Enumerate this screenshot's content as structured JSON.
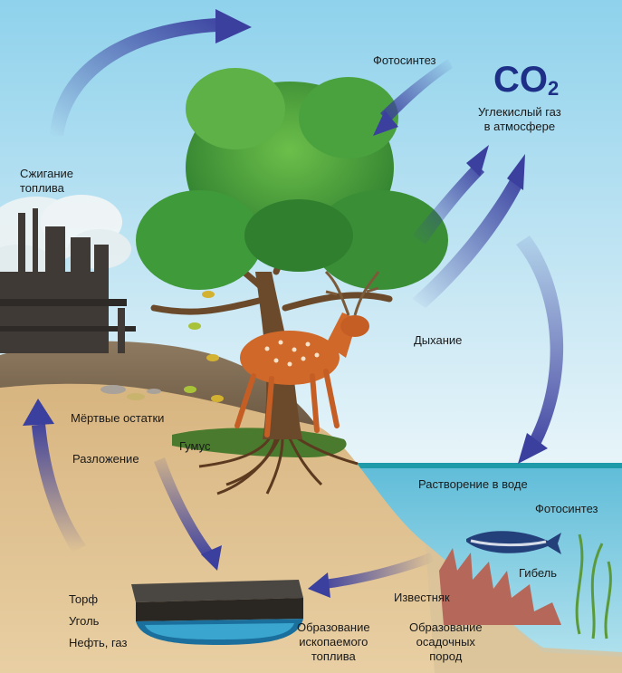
{
  "co2": {
    "symbol": "CO",
    "subscript": "2"
  },
  "labels": {
    "photosynthesis_top": "Фотосинтез",
    "atmosphere_line1": "Углекислый газ",
    "atmosphere_line2": "в атмосфере",
    "burning_line1": "Сжигание",
    "burning_line2": "топлива",
    "respiration": "Дыхание",
    "dead_remains": "Мёртвые остатки",
    "decomposition": "Разложение",
    "humus": "Гумус",
    "dissolution": "Растворение в воде",
    "photosynthesis_sea": "Фотосинтез",
    "death": "Гибель",
    "limestone": "Известняк",
    "peat": "Торф",
    "coal": "Уголь",
    "oil_gas": "Нефть, газ",
    "fossil_line1": "Образование",
    "fossil_line2": "ископаемого",
    "fossil_line3": "топлива",
    "sediment_line1": "Образование",
    "sediment_line2": "осадочных",
    "sediment_line3": "пород"
  },
  "colors": {
    "sky_top": "#8fd2ec",
    "sky_bottom": "#e3f3f9",
    "arrow": "#3b3f9e",
    "co2_text": "#1d2f86",
    "sea": "#6ec3dc",
    "ground": "#d8b98a",
    "foliage": "#3f9a3a",
    "deer": "#d0682a"
  }
}
